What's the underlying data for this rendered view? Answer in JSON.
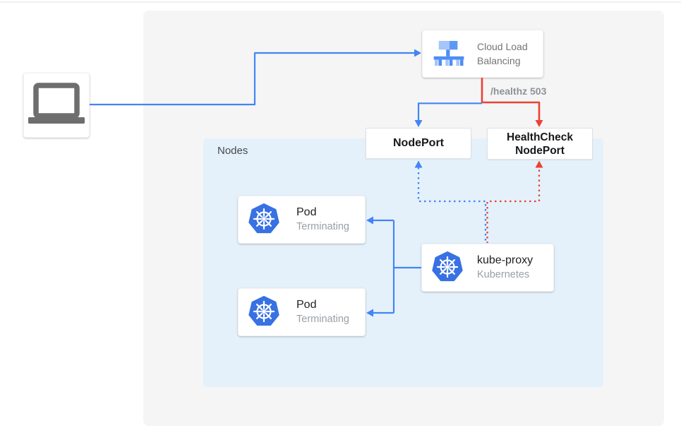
{
  "colors": {
    "blue": "#4285F4",
    "red": "#EA4335",
    "panel_bg": "#F5F5F6",
    "nodes_bg": "#E4F1FB",
    "k8s_blue": "#3871E3"
  },
  "icons": {
    "client": "laptop-icon",
    "load_balancer": "cloud-load-balancing-icon",
    "pod": "kubernetes-icon",
    "kube_proxy": "kubernetes-icon"
  },
  "cloud_load_balancing": {
    "label": "Cloud Load Balancing"
  },
  "edge_labels": {
    "healthz": "/healthz 503"
  },
  "nodeport": {
    "label": "NodePort"
  },
  "healthcheck_nodeport": {
    "line1": "HealthCheck",
    "line2": "NodePort"
  },
  "nodes_group": {
    "label": "Nodes"
  },
  "pods": [
    {
      "title": "Pod",
      "status": "Terminating"
    },
    {
      "title": "Pod",
      "status": "Terminating"
    }
  ],
  "kube_proxy": {
    "title": "kube-proxy",
    "subtitle": "Kubernetes"
  },
  "edges": [
    {
      "from": "client",
      "to": "cloud-load-balancing",
      "style": "solid",
      "color": "blue"
    },
    {
      "from": "cloud-load-balancing",
      "to": "nodeport",
      "style": "solid",
      "color": "blue"
    },
    {
      "from": "cloud-load-balancing",
      "to": "healthcheck-nodeport",
      "style": "solid",
      "color": "red",
      "label": "/healthz 503"
    },
    {
      "from": "kube-proxy",
      "to": "nodeport",
      "style": "dotted",
      "color": "blue"
    },
    {
      "from": "kube-proxy",
      "to": "healthcheck-nodeport",
      "style": "dotted",
      "color": "red"
    },
    {
      "from": "kube-proxy",
      "to": "pod-1",
      "style": "solid",
      "color": "blue"
    },
    {
      "from": "kube-proxy",
      "to": "pod-2",
      "style": "solid",
      "color": "blue"
    }
  ]
}
